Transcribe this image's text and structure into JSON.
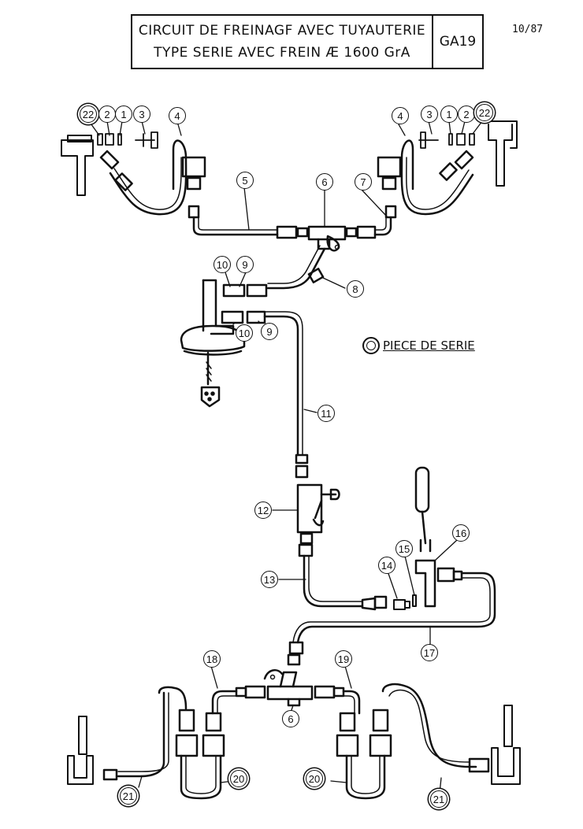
{
  "header": {
    "title_line1": "CIRCUIT  DE FREINAGF AVEC TUYAUTERIE",
    "title_line2": "TYPE SERIE AVEC FREIN Æ 1600 GrA",
    "code": "GA19",
    "page": "10/87"
  },
  "legend": {
    "text": "PIECE DE SERIE"
  },
  "parts": {
    "p1a": "1",
    "p1b": "1",
    "p2a": "2",
    "p2b": "2",
    "p3a": "3",
    "p3b": "3",
    "p4a": "4",
    "p4b": "4",
    "p5": "5",
    "p6a": "6",
    "p6b": "6",
    "p7": "7",
    "p8": "8",
    "p9a": "9",
    "p9b": "9",
    "p10a": "10",
    "p10b": "10",
    "p11": "11",
    "p12": "12",
    "p13": "13",
    "p14": "14",
    "p15": "15",
    "p16": "16",
    "p17": "17",
    "p18": "18",
    "p19": "19",
    "p20a": "20",
    "p20b": "20",
    "p21a": "21",
    "p21b": "21",
    "p22a": "22",
    "p22b": "22"
  }
}
